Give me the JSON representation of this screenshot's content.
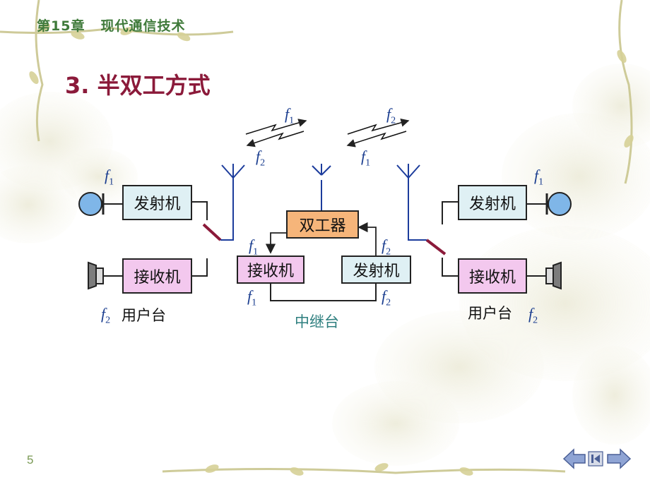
{
  "header": {
    "chapter": "第15章",
    "chapter_title": "现代通信技术"
  },
  "title": "3. 半双工方式",
  "page_number": "5",
  "left_station": {
    "transmitter": "发射机",
    "receiver": "接收机",
    "name": "用户台",
    "tx_freq": "1",
    "rx_freq": "2"
  },
  "relay": {
    "duplexer": "双工器",
    "receiver": "接收机",
    "transmitter": "发射机",
    "name": "中继台",
    "rx_freq_top": "1",
    "tx_freq_top": "2",
    "rx_freq_bottom": "1",
    "tx_freq_bottom": "2"
  },
  "right_station": {
    "transmitter": "发射机",
    "receiver": "接收机",
    "name": "用户台",
    "tx_freq": "1",
    "rx_freq": "2"
  },
  "radio_links": {
    "left_top": "1",
    "left_bottom": "2",
    "right_top": "2",
    "right_bottom": "1"
  },
  "colors": {
    "header": "#3f7a3a",
    "title": "#8b1a3a",
    "antenna": "#1c3c9c",
    "freq_label": "#1a3d8f",
    "relay_label": "#2e7f7f",
    "transmitter_fill": "#dff0f4",
    "receiver_fill": "#f3c8ee",
    "duplexer_fill": "#f6b57a",
    "switch": "#8b1a3a",
    "nav_arrow": "#6a7fb0"
  },
  "nav": {
    "icons": [
      "prev-arrow-icon",
      "first-page-icon",
      "next-arrow-icon"
    ]
  }
}
